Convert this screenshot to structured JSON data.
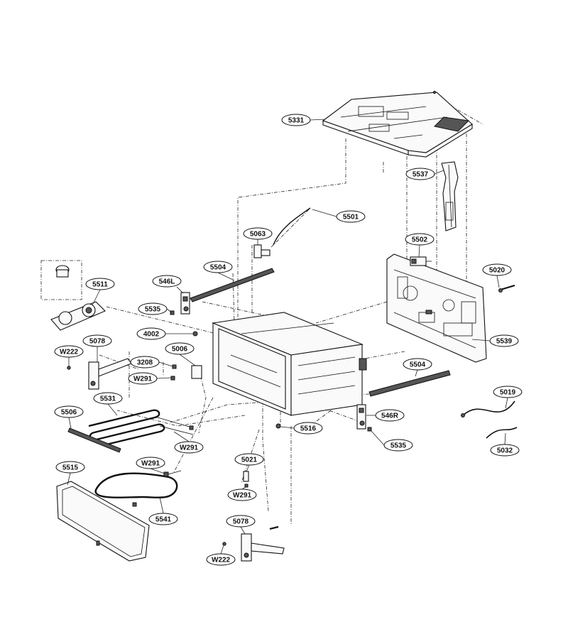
{
  "callouts": [
    {
      "id": "5331",
      "label": "5331"
    },
    {
      "id": "5537",
      "label": "5537"
    },
    {
      "id": "5501",
      "label": "5501"
    },
    {
      "id": "5063",
      "label": "5063"
    },
    {
      "id": "5502",
      "label": "5502"
    },
    {
      "id": "5504-upper",
      "label": "5504"
    },
    {
      "id": "546L",
      "label": "546L"
    },
    {
      "id": "5020",
      "label": "5020"
    },
    {
      "id": "5511",
      "label": "5511"
    },
    {
      "id": "5535-upper",
      "label": "5535"
    },
    {
      "id": "4002",
      "label": "4002"
    },
    {
      "id": "5539",
      "label": "5539"
    },
    {
      "id": "W222-upper",
      "label": "W222"
    },
    {
      "id": "5078-upper",
      "label": "5078"
    },
    {
      "id": "5006",
      "label": "5006"
    },
    {
      "id": "3208",
      "label": "3208"
    },
    {
      "id": "W291-a",
      "label": "W291"
    },
    {
      "id": "5504-lower",
      "label": "5504"
    },
    {
      "id": "5019",
      "label": "5019"
    },
    {
      "id": "5531",
      "label": "5531"
    },
    {
      "id": "5506",
      "label": "5506"
    },
    {
      "id": "546R",
      "label": "546R"
    },
    {
      "id": "5516",
      "label": "5516"
    },
    {
      "id": "5535-lower",
      "label": "5535"
    },
    {
      "id": "W291-b",
      "label": "W291"
    },
    {
      "id": "5032",
      "label": "5032"
    },
    {
      "id": "5515",
      "label": "5515"
    },
    {
      "id": "W291-c",
      "label": "W291"
    },
    {
      "id": "5021",
      "label": "5021"
    },
    {
      "id": "W291-d",
      "label": "W291"
    },
    {
      "id": "5541",
      "label": "5541"
    },
    {
      "id": "5078-lower",
      "label": "5078"
    },
    {
      "id": "W222-lower",
      "label": "W222"
    }
  ]
}
